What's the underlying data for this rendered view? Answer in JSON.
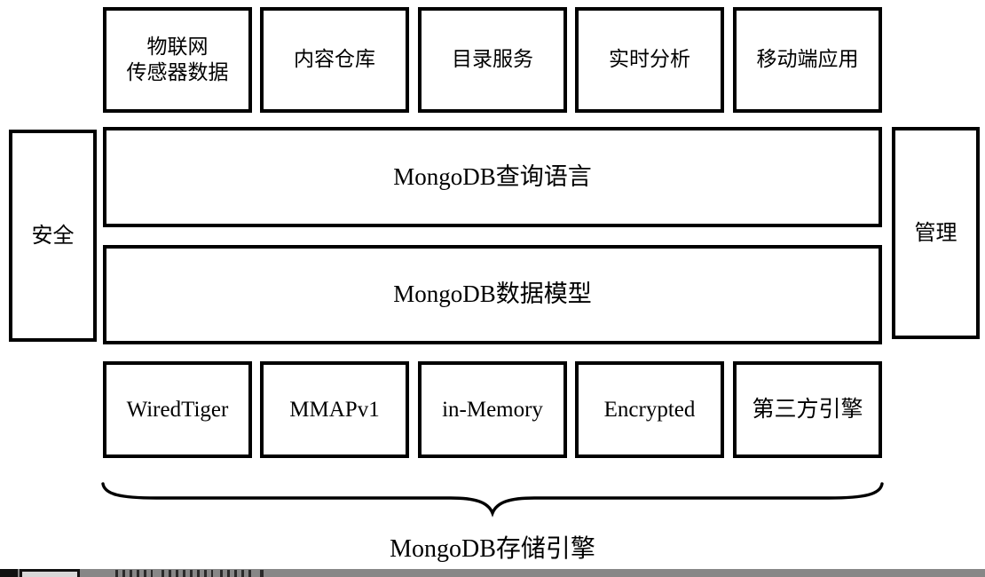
{
  "figure": {
    "applications": [
      "物联网\n传感器数据",
      "内容仓库",
      "目录服务",
      "实时分析",
      "移动端应用"
    ],
    "security_label": "安全",
    "management_label": "管理",
    "query_language_label": "MongoDB查询语言",
    "data_model_label": "MongoDB数据模型",
    "storage_engines": [
      "WiredTiger",
      "MMAPv1",
      "in-Memory",
      "Encrypted",
      "第三方引擎"
    ],
    "storage_engines_caption": "MongoDB存储引擎"
  },
  "colors": {
    "line": "#000000",
    "background": "#ffffff",
    "cutoff_bar": "#878787"
  }
}
